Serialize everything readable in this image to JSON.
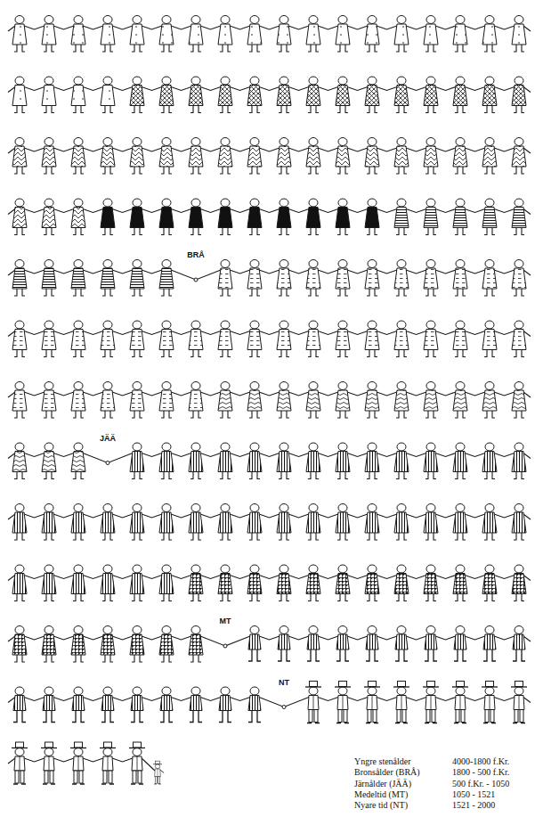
{
  "diagram": {
    "labels": [
      "BRÅ",
      "JÄÄ",
      "MT",
      "NT",
      "Yngre stenålder",
      "4000-1800 f.Kr.",
      "Bronsålder (BRÅ)",
      "1800 - 500 f.Kr.",
      "Järnålder (JÄÄ)",
      "500 f.Kr. - 1050",
      "Medeltid (MT)",
      "1050 - 1521",
      "Nyare tid (NT)",
      "1521 - 2000"
    ]
  }
}
